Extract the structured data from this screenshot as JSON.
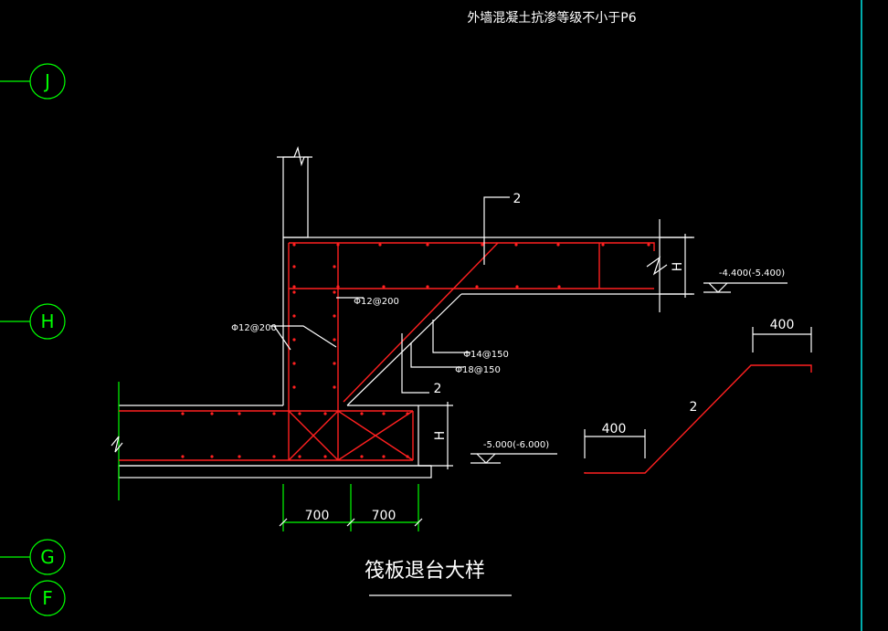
{
  "header_note": "外墙混凝土抗渗等级不小于P6",
  "drawing_title": "筏板退台大样",
  "grid_axes": [
    {
      "label": "J"
    },
    {
      "label": "H"
    },
    {
      "label": "G"
    },
    {
      "label": "F"
    }
  ],
  "elevations": {
    "upper": "-4.400(-5.400)",
    "lower": "-5.000(-6.000)"
  },
  "section_labels": {
    "top": "2",
    "mid": "2",
    "detail": "2"
  },
  "rebar_labels": {
    "wall_left": "Φ12@200",
    "wall_mid": "Φ12@200",
    "diag_1": "Φ14@150",
    "diag_2": "Φ18@150"
  },
  "height_marks": {
    "upper": "H",
    "lower": "H"
  },
  "dimensions": {
    "bottom_left": "700",
    "bottom_right": "700",
    "detail_top": "400",
    "detail_bottom": "400"
  },
  "colors": {
    "background": "#000000",
    "outline": "#ffffff",
    "rebar": "#ff2020",
    "grid": "#00ff00",
    "border": "#00e5e5"
  }
}
